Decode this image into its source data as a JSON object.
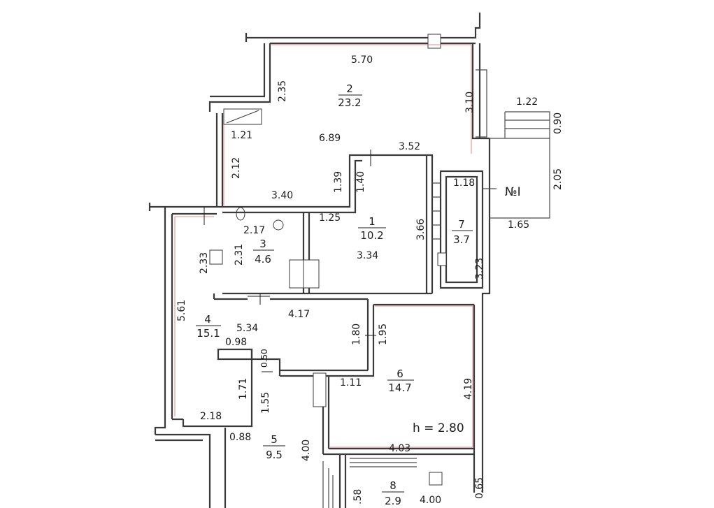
{
  "rooms": [
    {
      "id": "room-1",
      "number": "1",
      "area": "10.2"
    },
    {
      "id": "room-2",
      "number": "2",
      "area": "23.2"
    },
    {
      "id": "room-3",
      "number": "3",
      "area": "4.6"
    },
    {
      "id": "room-4",
      "number": "4",
      "area": "15.1"
    },
    {
      "id": "room-5",
      "number": "5",
      "area": "9.5"
    },
    {
      "id": "room-6",
      "number": "6",
      "area": "14.7"
    },
    {
      "id": "room-7",
      "number": "7",
      "area": "3.7"
    },
    {
      "id": "room-8",
      "number": "8",
      "area": "2.9"
    }
  ],
  "apartment_label": "№I",
  "ceiling_height": "h = 2.80",
  "dimensions": {
    "d_5_70": "5.70",
    "d_2_35": "2.35",
    "d_3_10": "3.10",
    "d_1_22": "1.22",
    "d_0_90": "0.90",
    "d_1_21": "1.21",
    "d_6_89": "6.89",
    "d_3_52": "3.52",
    "d_2_05": "2.05",
    "d_2_12": "2.12",
    "d_1_39": "1.39",
    "d_1_40": "1.40",
    "d_1_18": "1.18",
    "d_3_40": "3.40",
    "d_1_25": "1.25",
    "d_3_66": "3.66",
    "d_1_65": "1.65",
    "d_2_17": "2.17",
    "d_2_33": "2.33",
    "d_2_31": "2.31",
    "d_3_34": "3.34",
    "d_3_23": "3.23",
    "d_5_61": "5.61",
    "d_4_17": "4.17",
    "d_5_34": "5.34",
    "d_1_80": "1.80",
    "d_1_95": "1.95",
    "d_0_98": "0.98",
    "d_0_50": "0.50",
    "d_1_71": "1.71",
    "d_1_55": "1.55",
    "d_1_11": "1.11",
    "d_4_19": "4.19",
    "d_2_18": "2.18",
    "d_0_88": "0.88",
    "d_4_00a": "4.00",
    "d_4_03": "4.03",
    "d_58": ".58",
    "d_4_00b": "4.00",
    "d_0_65": "0.65"
  }
}
